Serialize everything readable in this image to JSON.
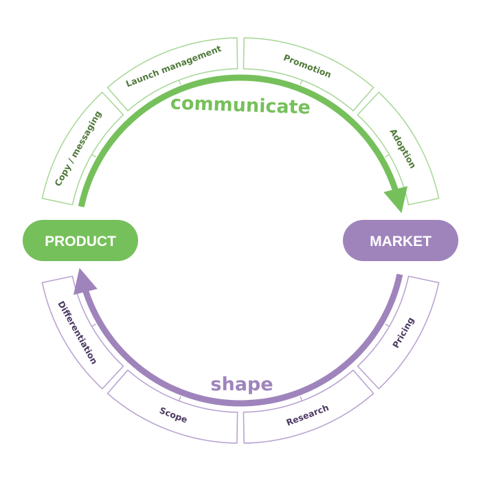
{
  "colors": {
    "green": "#76c05b",
    "green_text": "#4f7a3a",
    "green_border": "#a9d89a",
    "purple": "#9f84bc",
    "purple_text": "#4c3a63",
    "purple_border": "#b9a3d1"
  },
  "nodes": {
    "product": "PRODUCT",
    "market": "MARKET"
  },
  "top_arc": {
    "label": "communicate",
    "segments": [
      "Copy / messaging",
      "Launch management",
      "Promotion",
      "Adoption"
    ]
  },
  "bottom_arc": {
    "label": "shape",
    "segments": [
      "Differentiation",
      "Scope",
      "Research",
      "Pricing"
    ]
  }
}
